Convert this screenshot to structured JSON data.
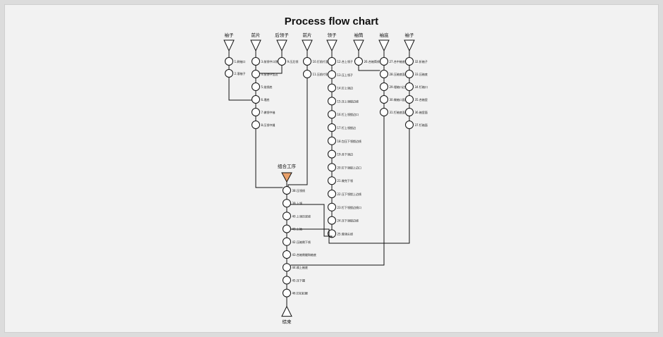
{
  "title": "Process flow chart",
  "colors": {
    "line": "#111111",
    "background": "#f2f2f2",
    "merge_marker": "#e8a06a"
  },
  "columns": [
    {
      "header": "袖子",
      "steps": [
        "1.刷袖口",
        "2.滚袖子"
      ]
    },
    {
      "header": "前片",
      "steps": [
        "3.前领中口袋",
        "4.前领中包边",
        "5.烧领底",
        "6.埋底",
        "7.做领中袖",
        "8.压领中缝"
      ]
    },
    {
      "header": "后领子",
      "steps": [
        "9.压后领"
      ]
    },
    {
      "header": "前片",
      "steps": [
        "10.打前片面缝",
        "11.压前片贴缝"
      ]
    },
    {
      "header": "领子",
      "steps": [
        "12.合上领子",
        "13.压上领子",
        "14.钉上领边",
        "15.压上领锁边线",
        "16.钉上领锁边口",
        "17.钉上领锁边",
        "18.包压下领锁边线",
        "19.合下领边",
        "20.钉下领锁上边口",
        "21.做完下领",
        "22.压下领锁上边线",
        "23.钉下领锁边线口",
        "24.压下领锁边线",
        "25.做领头线"
      ]
    },
    {
      "header": "袖筒",
      "steps": [
        "26.合袖筒线"
      ]
    },
    {
      "header": "袖底",
      "steps": [
        "27.合中袖底",
        "28.压袖底面",
        "29.埋袖口边",
        "30.做袖口面",
        "31.钉袖底面"
      ]
    },
    {
      "header": "袖子",
      "steps": [
        "32.折袖子",
        "33.压袖底",
        "34.钉袖口",
        "35.合袖里",
        "36.袖里面",
        "37.钉袖面"
      ]
    }
  ],
  "merge": {
    "label": "组合工序",
    "steps": [
      "38.压领线",
      "39.上领",
      "40.上领压双线",
      "41.上袖",
      "42.压袖侧下线",
      "43.合袖侧缝和袖底",
      "44.绱上袖底",
      "45.压下摆",
      "46.钉扣扣眼"
    ],
    "end_label": "结束"
  }
}
